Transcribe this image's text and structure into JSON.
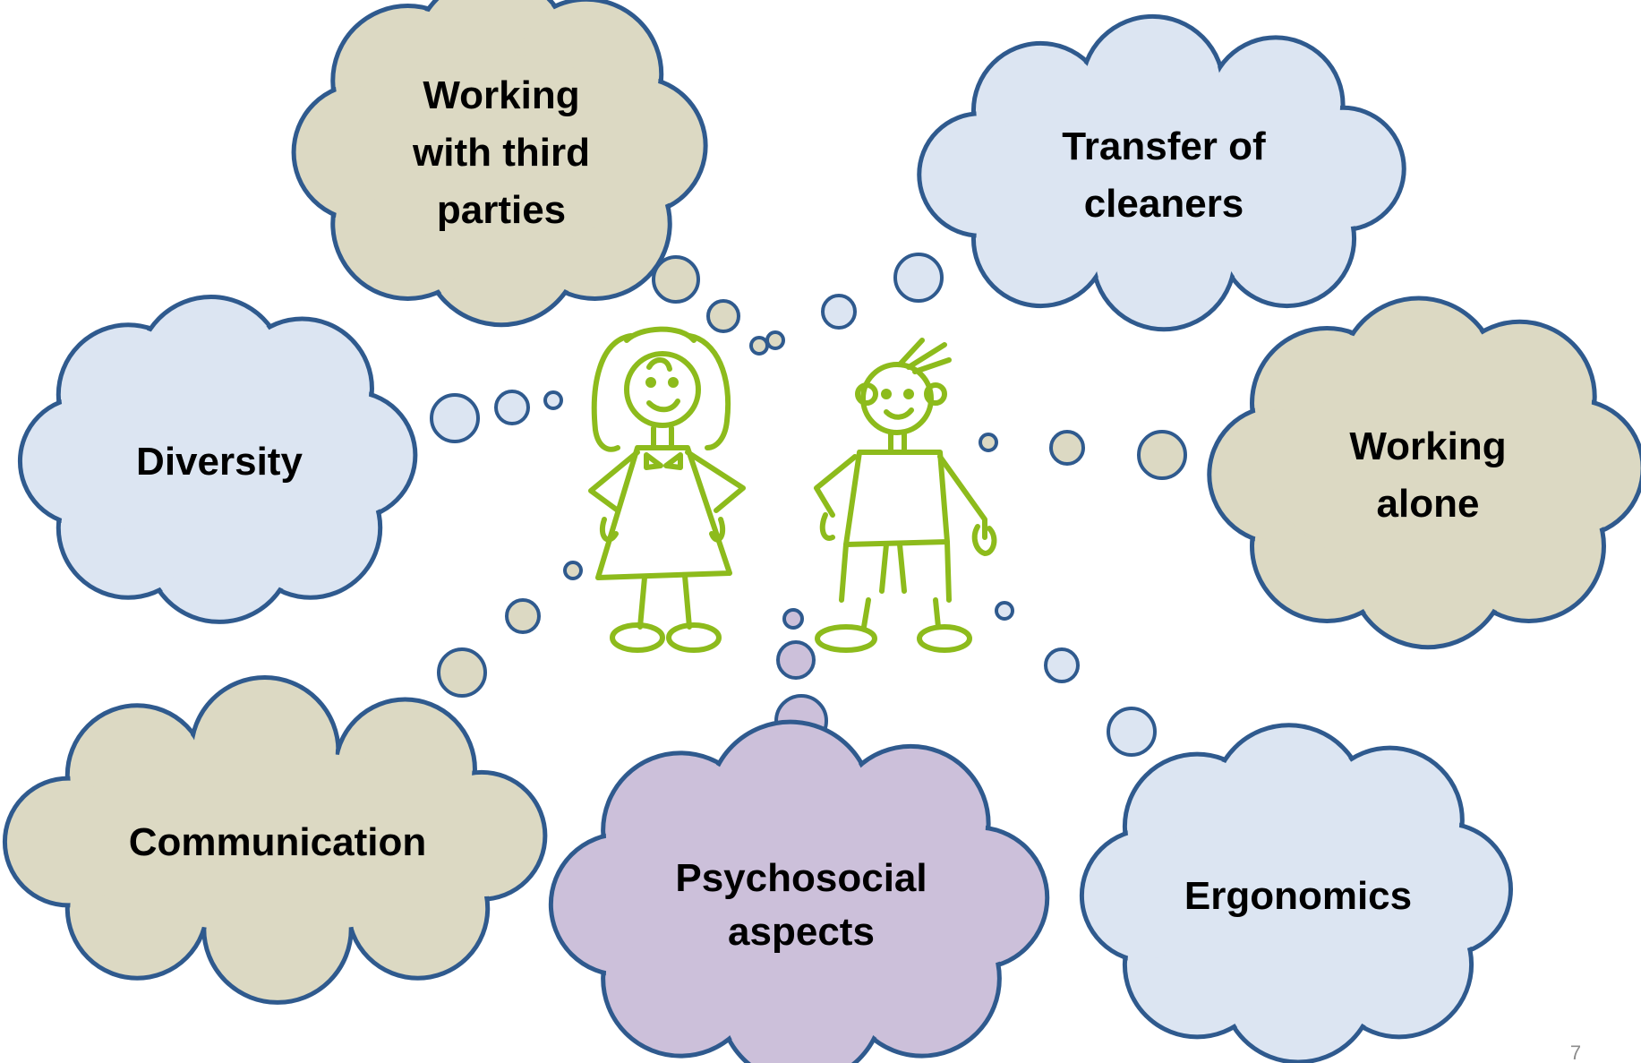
{
  "colors": {
    "outline": "#2f5a8e",
    "beige": "#dcd9c3",
    "light_blue": "#dce5f2",
    "lavender": "#ccc0da",
    "figure_green": "#8dbb1c"
  },
  "clouds": [
    {
      "id": "working-with-third-parties",
      "lines": [
        "Working",
        "with third",
        "parties"
      ],
      "fill": "beige"
    },
    {
      "id": "transfer-of-cleaners",
      "lines": [
        "Transfer of",
        "cleaners"
      ],
      "fill": "light_blue"
    },
    {
      "id": "diversity",
      "lines": [
        "Diversity"
      ],
      "fill": "light_blue"
    },
    {
      "id": "working-alone",
      "lines": [
        "Working",
        "alone"
      ],
      "fill": "beige"
    },
    {
      "id": "communication",
      "lines": [
        "Communication"
      ],
      "fill": "beige"
    },
    {
      "id": "psychosocial-aspects",
      "lines": [
        "Psychosocial",
        "aspects"
      ],
      "fill": "lavender"
    },
    {
      "id": "ergonomics",
      "lines": [
        "Ergonomics"
      ],
      "fill": "light_blue"
    }
  ],
  "figures": {
    "icon": "girl-and-boy-stick-figures"
  },
  "page_number": "7"
}
